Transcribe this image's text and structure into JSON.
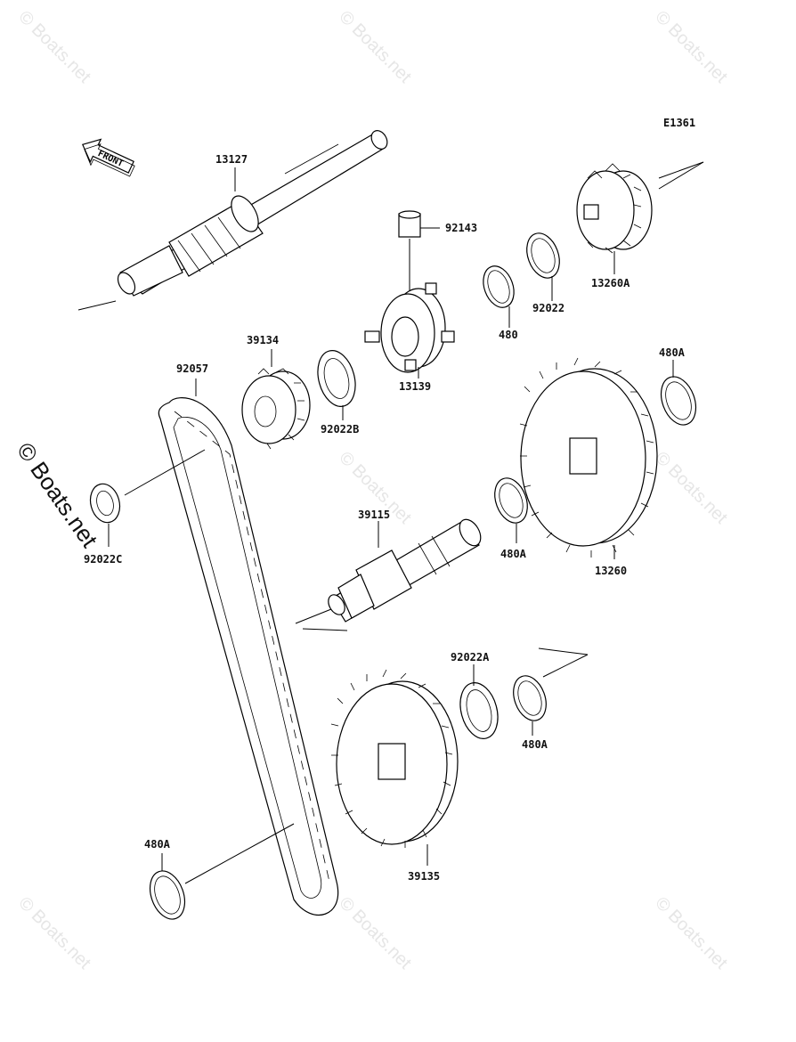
{
  "diagram": {
    "code": "E1361",
    "front_label": "FRONT",
    "watermark": "© Boats.net",
    "parts": [
      {
        "id": "13127"
      },
      {
        "id": "92143"
      },
      {
        "id": "13260A"
      },
      {
        "id": "92022"
      },
      {
        "id": "480"
      },
      {
        "id": "13139"
      },
      {
        "id": "39134"
      },
      {
        "id": "92022B"
      },
      {
        "id": "92057"
      },
      {
        "id": "480A_top"
      },
      {
        "id": "92022C"
      },
      {
        "id": "39115"
      },
      {
        "id": "480A_mid"
      },
      {
        "id": "13260"
      },
      {
        "id": "92022A"
      },
      {
        "id": "480A_low"
      },
      {
        "id": "39135"
      },
      {
        "id": "480A_bottom"
      }
    ],
    "labels": {
      "l13127": "13127",
      "l92143": "92143",
      "l13260A": "13260A",
      "l92022": "92022",
      "l480": "480",
      "l13139": "13139",
      "l39134": "39134",
      "l92022B": "92022B",
      "l92057": "92057",
      "l480A_1": "480A",
      "l92022C": "92022C",
      "l39115": "39115",
      "l480A_2": "480A",
      "l13260": "13260",
      "l92022A": "92022A",
      "l480A_3": "480A",
      "l39135": "39135",
      "l480A_4": "480A"
    }
  }
}
